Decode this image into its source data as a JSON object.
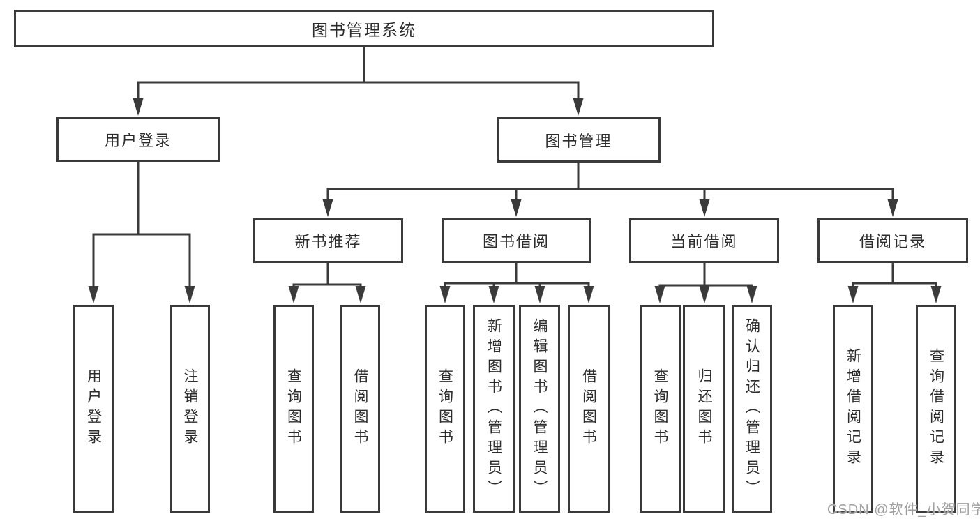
{
  "tree": {
    "root": "图书管理系统",
    "level2": [
      "用户登录",
      "图书管理"
    ],
    "level3": [
      "新书推荐",
      "图书借阅",
      "当前借阅",
      "借阅记录"
    ],
    "leaves": [
      "用户登录",
      "注销登录",
      "查询图书",
      "借阅图书",
      "查询图书",
      "新增图书（管理员）",
      "编辑图书（管理员）",
      "借阅图书",
      "查询图书",
      "归还图书",
      "确认归还（管理员）",
      "新增借阅记录",
      "查询借阅记录"
    ],
    "hierarchy": {
      "用户登录": [
        "用户登录",
        "注销登录"
      ],
      "图书管理": [
        "新书推荐",
        "图书借阅",
        "当前借阅",
        "借阅记录"
      ],
      "新书推荐": [
        "查询图书",
        "借阅图书"
      ],
      "图书借阅": [
        "查询图书",
        "新增图书（管理员）",
        "编辑图书（管理员）",
        "借阅图书"
      ],
      "当前借阅": [
        "查询图书",
        "归还图书",
        "确认归还（管理员）"
      ],
      "借阅记录": [
        "新增借阅记录",
        "查询借阅记录"
      ]
    }
  },
  "watermark": {
    "text": "CSDN @软件_小贺同学"
  },
  "colors": {
    "line": "#3a3a3a",
    "text": "#2d2d2d",
    "background": "#ffffff",
    "watermark": "#9a9a9a"
  }
}
